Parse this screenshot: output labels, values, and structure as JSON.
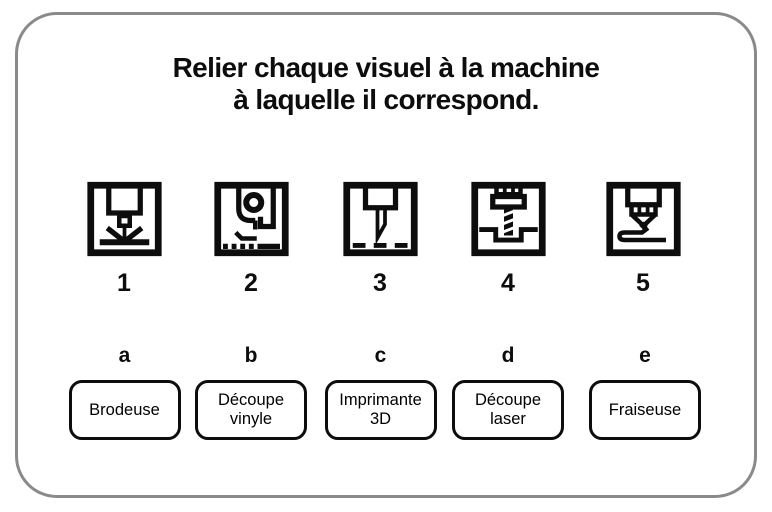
{
  "title": {
    "line1": "Relier chaque visuel à la machine",
    "line2": "à laquelle il correspond."
  },
  "visuals": [
    {
      "number": "1",
      "icon": "laser-cutter-icon"
    },
    {
      "number": "2",
      "icon": "embroidery-machine-icon"
    },
    {
      "number": "3",
      "icon": "vinyl-blade-icon"
    },
    {
      "number": "4",
      "icon": "milling-machine-icon"
    },
    {
      "number": "5",
      "icon": "printer-3d-icon"
    }
  ],
  "answers": [
    {
      "letter": "a",
      "label": "Brodeuse"
    },
    {
      "letter": "b",
      "label": "Découpe vinyle"
    },
    {
      "letter": "c",
      "label": "Imprimante 3D"
    },
    {
      "letter": "d",
      "label": "Découpe laser"
    },
    {
      "letter": "e",
      "label": "Fraiseuse"
    }
  ],
  "colors": {
    "ink": "#0d0d0d",
    "card_border": "#8a8a8a",
    "background": "#ffffff"
  }
}
